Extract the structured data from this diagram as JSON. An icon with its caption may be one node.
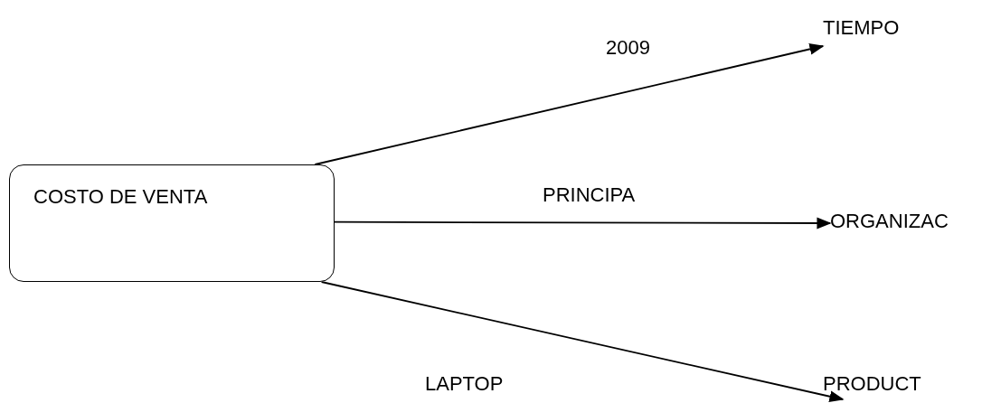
{
  "diagram": {
    "nodes": [
      {
        "text": [
          "COSTO DE VENTA"
        ]
      },
      {
        "text": [
          "TIEMPO"
        ]
      },
      {
        "text": [
          "ORGANIZAC"
        ]
      },
      {
        "text": [
          "PRODUCT"
        ]
      }
    ],
    "edges": [
      {
        "from": 0,
        "to": 1,
        "arrow": "to",
        "label": "2009"
      },
      {
        "from": 0,
        "to": 2,
        "arrow": "to",
        "label": "PRINCIPA"
      },
      {
        "from": 0,
        "to": 3,
        "arrow": "to",
        "label": "LAPTOP"
      }
    ]
  }
}
